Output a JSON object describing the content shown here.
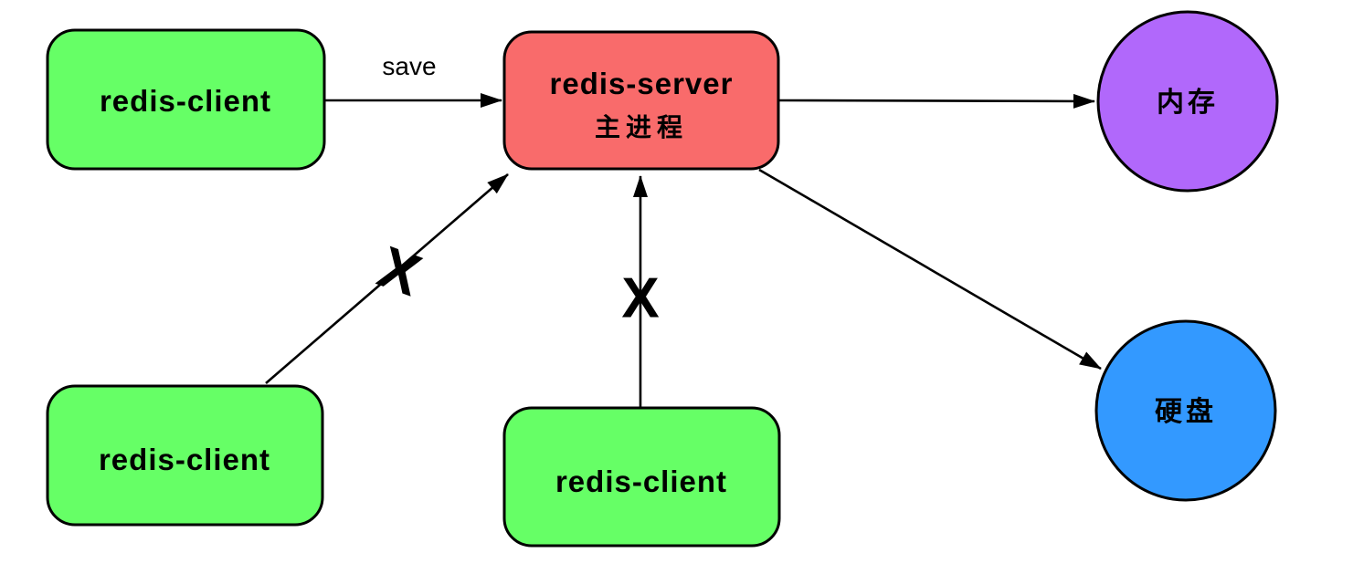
{
  "diagram": {
    "title_hint": "redis save blocking diagram",
    "background_color": "#ffffff",
    "colors": {
      "client_fill": "#66ff66",
      "server_fill": "#f96b6b",
      "memory_fill": "#b168fb",
      "disk_fill": "#3399ff",
      "stroke": "#000000",
      "text": "#000000"
    },
    "nodes": {
      "client_top_left": {
        "label": "redis-client",
        "shape": "rounded-rect"
      },
      "client_bottom_left": {
        "label": "redis-client",
        "shape": "rounded-rect"
      },
      "client_bottom_middle": {
        "label": "redis-client",
        "shape": "rounded-rect"
      },
      "server": {
        "label": "redis-server",
        "sublabel": "主进程",
        "shape": "rounded-rect"
      },
      "memory": {
        "label": "内存",
        "shape": "circle"
      },
      "disk": {
        "label": "硬盘",
        "shape": "circle"
      }
    },
    "edges": {
      "save": {
        "label": "save",
        "from": "client_top_left",
        "to": "server"
      },
      "server_to_memory": {
        "label": "",
        "from": "server",
        "to": "memory"
      },
      "server_to_disk": {
        "label": "",
        "from": "server",
        "to": "disk"
      },
      "client_bottom_left_to_server": {
        "label": "",
        "from": "client_bottom_left",
        "to": "server",
        "blocked": true
      },
      "client_bottom_middle_to_server": {
        "label": "",
        "from": "client_bottom_middle",
        "to": "server",
        "blocked": true
      },
      "blocked_symbol": "X"
    }
  }
}
